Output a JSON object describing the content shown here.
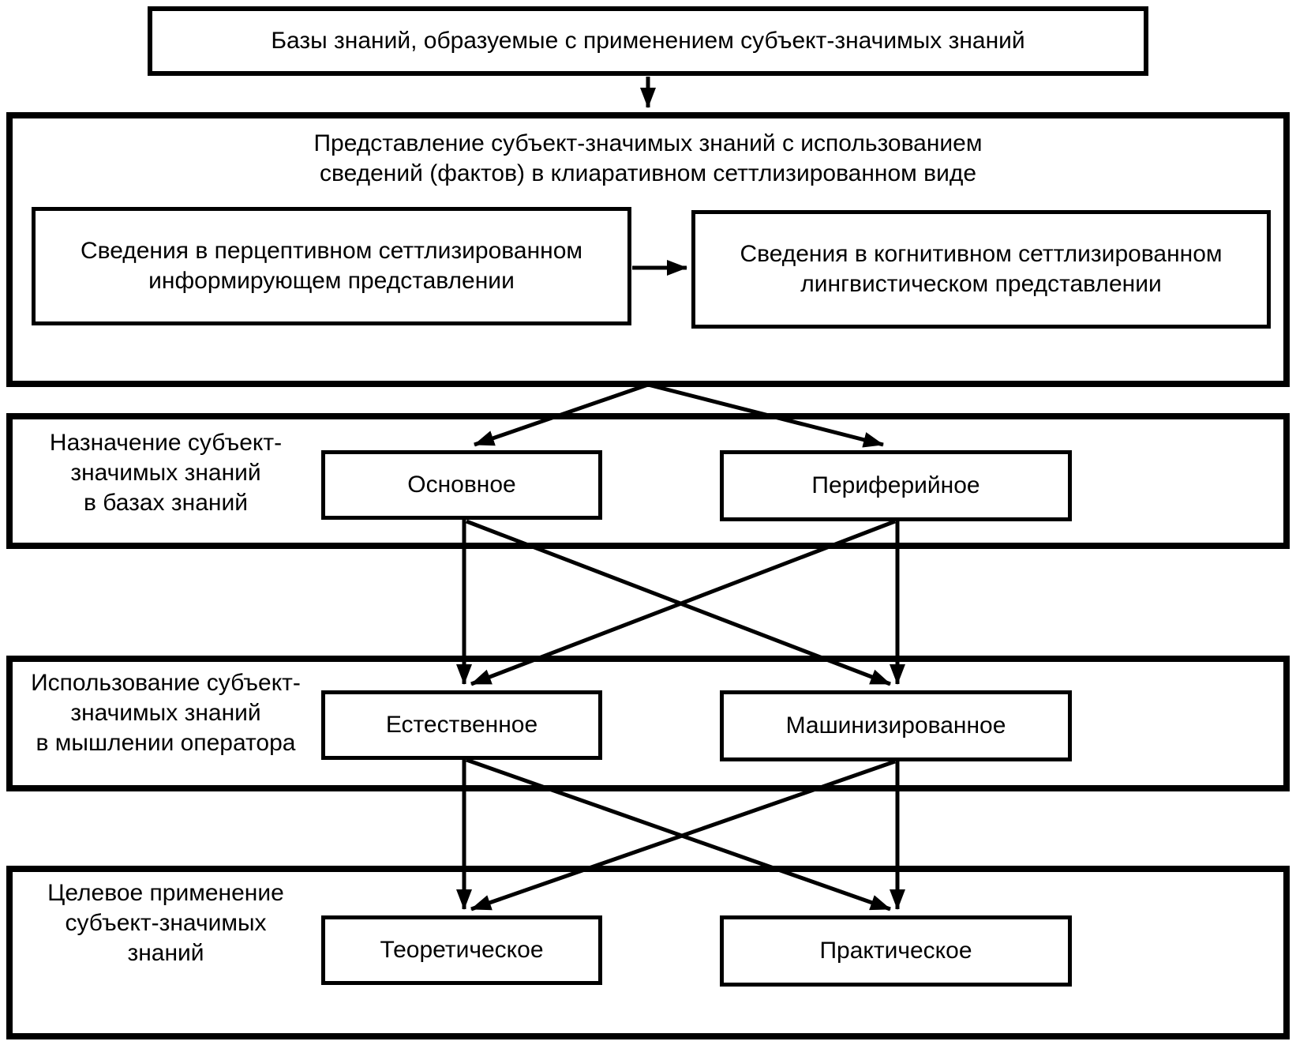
{
  "colors": {
    "ink": "#000000",
    "paper": "#ffffff"
  },
  "top_box": {
    "text": "Базы знаний, образуемые с применением субъект-значимых знаний"
  },
  "representation": {
    "title": [
      "Представление субъект-значимых знаний с использованием",
      "сведений (фактов) в клиаративном сеттлизированном виде"
    ],
    "perceptive_box": [
      "Сведения в перцептивном сеттлизированном",
      "информирующем представлении"
    ],
    "cognitive_box": [
      "Сведения в когнитивном сеттлизированном",
      "лингвистическом представлении"
    ]
  },
  "purpose": {
    "label": [
      "Назначение субъект-",
      "значимых знаний",
      "в базах знаний"
    ],
    "left_box": "Основное",
    "right_box": "Периферийное"
  },
  "usage": {
    "label": [
      "Использование субъект-",
      "значимых знаний",
      "в мышлении оператора"
    ],
    "left_box": "Естественное",
    "right_box": "Машинизированное"
  },
  "application": {
    "label": [
      "Целевое применение",
      "субъект-значимых",
      "знаний"
    ],
    "left_box": "Теоретическое",
    "right_box": "Практическое"
  }
}
